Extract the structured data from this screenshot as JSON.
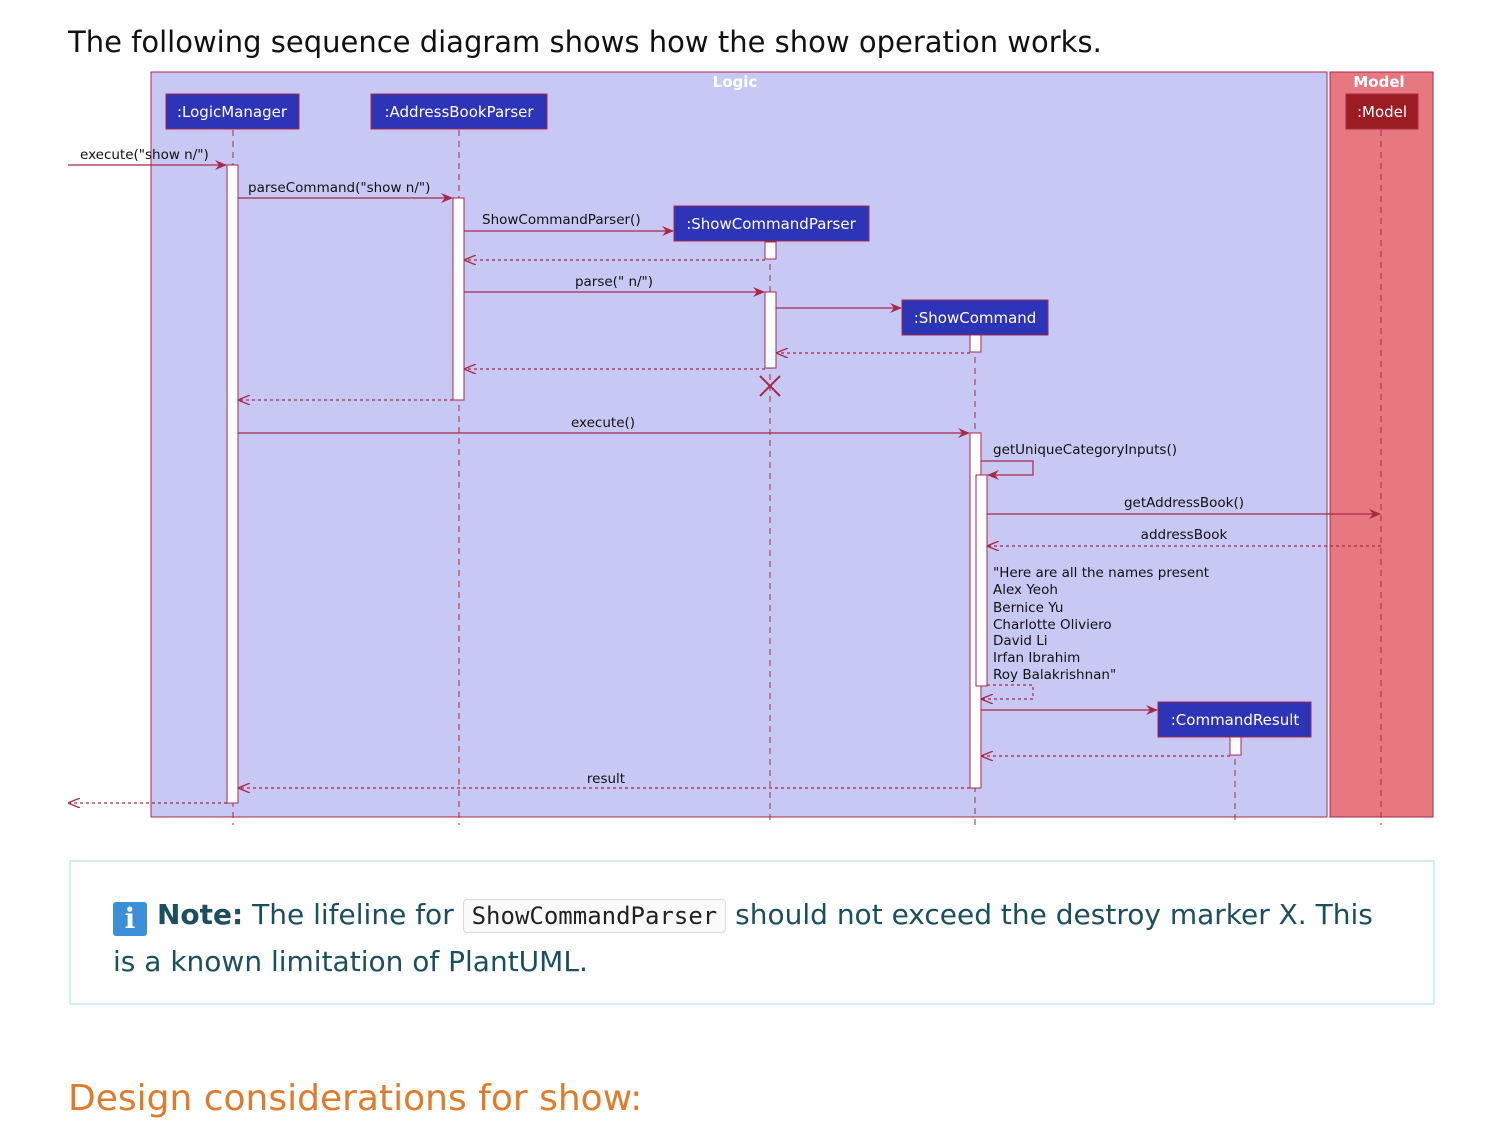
{
  "intro": "The following sequence diagram shows how the show operation works.",
  "diagram": {
    "frames": {
      "logic": "Logic",
      "model": "Model"
    },
    "participants": {
      "logic_manager": ":LogicManager",
      "address_book_parser": ":AddressBookParser",
      "show_command_parser": ":ShowCommandParser",
      "show_command": ":ShowCommand",
      "command_result": ":CommandResult",
      "model": ":Model"
    },
    "messages": {
      "execute_in": "execute(\"show n/\")",
      "parse_command": "parseCommand(\"show n/\")",
      "create_parser": "ShowCommandParser()",
      "parse": "parse(\" n/\")",
      "execute": "execute()",
      "get_unique": "getUniqueCategoryInputs()",
      "get_address_book": "getAddressBook()",
      "address_book": "addressBook",
      "result": "result"
    },
    "names_note": [
      "\"Here are all the names present",
      "Alex Yeoh",
      "Bernice Yu",
      "Charlotte Oliviero",
      "David Li",
      "Irfan Ibrahim",
      "Roy Balakrishnan\""
    ],
    "colors": {
      "logic_bg": "#c8c8f5",
      "model_bg": "#e87880",
      "participant": "#2d34b8",
      "model_participant": "#9b1c22",
      "line": "#a8284a"
    }
  },
  "note": {
    "label": "Note:",
    "text_before": " The lifeline for ",
    "code": "ShowCommandParser",
    "text_after": " should not exceed the destroy marker X. This is a known limitation of PlantUML.",
    "icon": "info-icon"
  },
  "heading": "Design considerations for show:"
}
